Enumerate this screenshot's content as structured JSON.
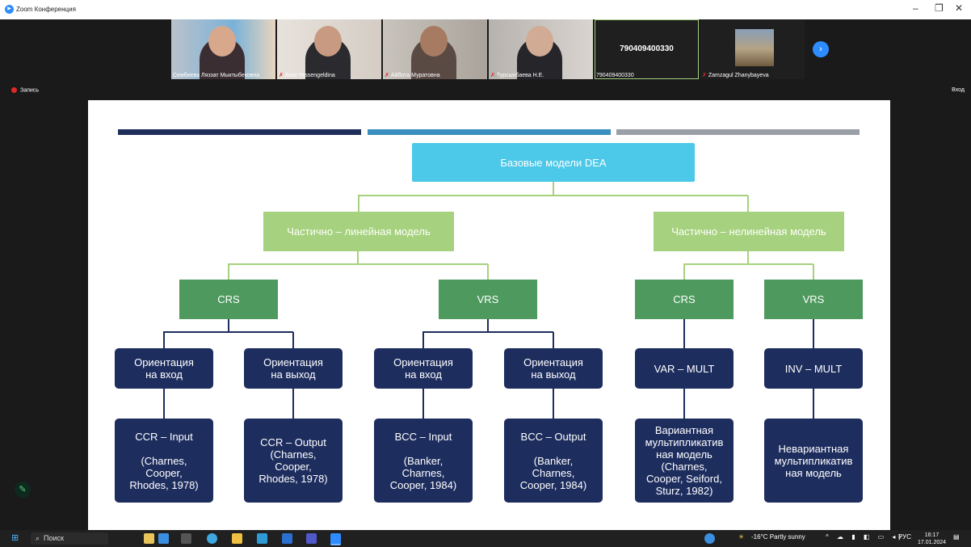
{
  "window": {
    "title": "Zoom Конференция",
    "minimize": "–",
    "restore": "❐",
    "close": "✕"
  },
  "participants": [
    {
      "name": "Сембиева Ляззат Мыктыбековна",
      "muted": false
    },
    {
      "name": "Anar Yessengeldina",
      "muted": true
    },
    {
      "name": "Айбота Муратовна",
      "muted": true
    },
    {
      "name": "Турсынбаева Н.Е.",
      "muted": true
    },
    {
      "name": "790409400330",
      "muted": false,
      "center_label": "790409400330"
    },
    {
      "name": "Zamzagul Zhanybayeva",
      "muted": true
    }
  ],
  "controls": {
    "record_label": "Запись",
    "enter_label": "Вход",
    "next_icon": "›",
    "pencil_icon": "✎"
  },
  "slide": {
    "colors": {
      "bar_navy": "#1f2f5c",
      "bar_blue": "#3b8ec0",
      "bar_gray": "#9a9ea6",
      "top": "#4cc8e8",
      "level1": "#a6d17e",
      "level2": "#4e9a5e",
      "dark": "#1d2d5e",
      "line": "#a6d17e"
    },
    "root": "Базовые модели DEA",
    "branches": [
      {
        "label": "Частично – линейная модель",
        "groups": [
          {
            "label": "CRS",
            "items": [
              {
                "orientation": "Ориентация\nна вход",
                "model": "CCR – Input\n\n(Charnes,\nCooper,\nRhodes, 1978)"
              },
              {
                "orientation": "Ориентация\nна выход",
                "model": "CCR – Output\n(Charnes,\nCooper,\nRhodes, 1978)"
              }
            ]
          },
          {
            "label": "VRS",
            "items": [
              {
                "orientation": "Ориентация\nна вход",
                "model": "BCC – Input\n\n(Banker,\nCharnes,\nCooper, 1984)"
              },
              {
                "orientation": "Ориентация\nна выход",
                "model": "BCC – Output\n\n(Banker,\nCharnes,\nCooper, 1984)"
              }
            ]
          }
        ]
      },
      {
        "label": "Частично – нелинейная модель",
        "groups": [
          {
            "label": "CRS",
            "items": [
              {
                "orientation": "VAR – MULT",
                "model": "Вариантная\nмультипликатив\nная модель\n(Charnes,\nCooper, Seiford,\nSturz, 1982)"
              }
            ]
          },
          {
            "label": "VRS",
            "items": [
              {
                "orientation": "INV – MULT",
                "model": "Невариантная\nмультипликатив\nная модель"
              }
            ]
          }
        ]
      }
    ]
  },
  "taskbar": {
    "search_placeholder": "Поиск",
    "weather": "-16°C  Partly sunny",
    "lang": "РУС",
    "time": "16:17",
    "date": "17.01.2024"
  }
}
